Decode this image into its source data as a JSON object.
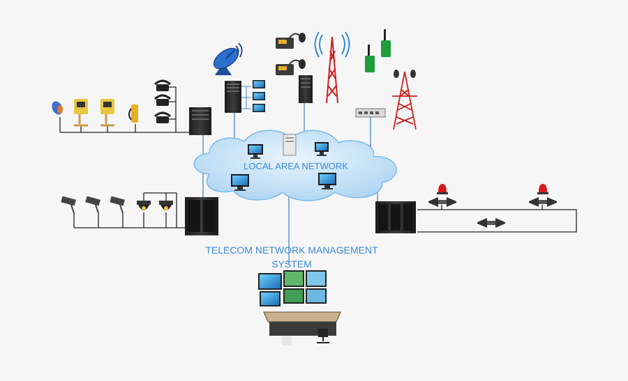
{
  "labels": {
    "lan": "LOCAL AREA NETWORK",
    "tnms_line1": "TELECOM NETWORK MANAGEMENT",
    "tnms_line2": "SYSTEM"
  },
  "colors": {
    "background": "#f6f6f6",
    "cloud": "#b9dbf4",
    "cloud_edge": "#6fb0e0",
    "label_text": "#3a8ad6",
    "wire_blue": "#4a86c8",
    "wire_dark": "#222222",
    "rack": "#2b2b2b",
    "alarm_red": "#d61a1a",
    "radio_green": "#1e9e3a",
    "tower_red": "#cc1f1f"
  },
  "icons": [
    "satellite-dish-icon",
    "server-rack-icon",
    "monitor-icon",
    "marine-radio-icon",
    "telecom-tower-icon",
    "walkie-talkie-icon",
    "network-switch-icon",
    "telephone-icon",
    "intercom-icon",
    "cctv-camera-icon",
    "dome-camera-icon",
    "siren-icon",
    "loudspeaker-icon",
    "control-desk-icon",
    "computer-icon"
  ]
}
